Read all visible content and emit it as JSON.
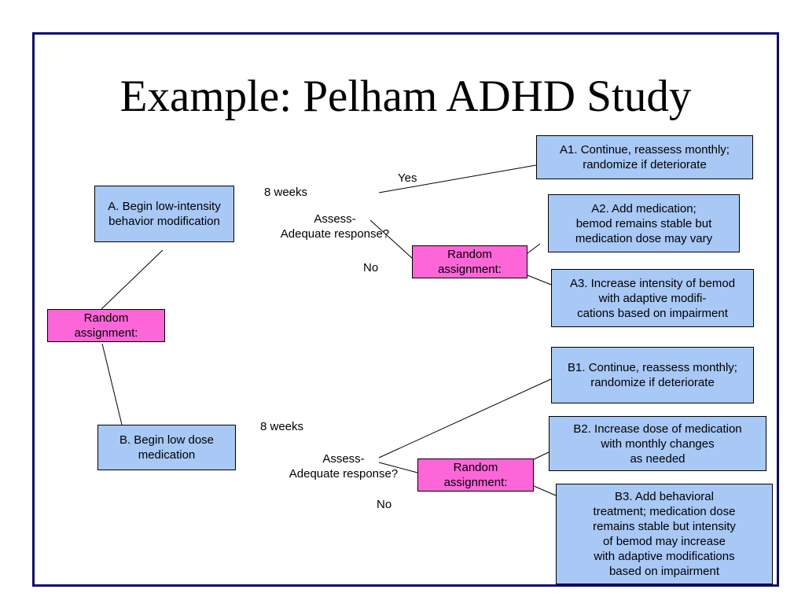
{
  "title": "Example: Pelham ADHD Study",
  "colors": {
    "frame": "#0a0a78",
    "treatment_box": "#a8c8f5",
    "randomization_box": "#fc66d8"
  },
  "root": {
    "random": [
      "Random",
      "assignment:"
    ]
  },
  "arm_a": {
    "start": [
      "A. Begin low-intensity",
      "behavior modification"
    ],
    "weeks": "8 weeks",
    "assess": [
      "Assess-",
      "Adequate response?"
    ],
    "yes": "Yes",
    "no": "No",
    "random": [
      "Random",
      "assignment:"
    ],
    "a1": [
      "A1. Continue, reassess monthly;",
      "randomize if deteriorate"
    ],
    "a2": [
      "A2. Add medication;",
      "bemod remains stable but",
      "medication dose may vary"
    ],
    "a3": [
      "A3. Increase intensity of bemod",
      "with adaptive modifi-",
      "cations based on impairment"
    ]
  },
  "arm_b": {
    "start": [
      "B. Begin low dose",
      "medication"
    ],
    "weeks": "8 weeks",
    "assess": [
      "Assess-",
      "Adequate response?"
    ],
    "no": "No",
    "random": [
      "Random",
      "assignment:"
    ],
    "b1": [
      "B1. Continue, reassess monthly;",
      "randomize if deteriorate"
    ],
    "b2": [
      "B2. Increase dose of medication",
      "with monthly changes",
      "as needed"
    ],
    "b3": [
      "B3. Add behavioral",
      "treatment; medication dose",
      "remains stable but intensity",
      "of bemod may increase",
      "with adaptive modifications",
      "based on impairment"
    ]
  }
}
